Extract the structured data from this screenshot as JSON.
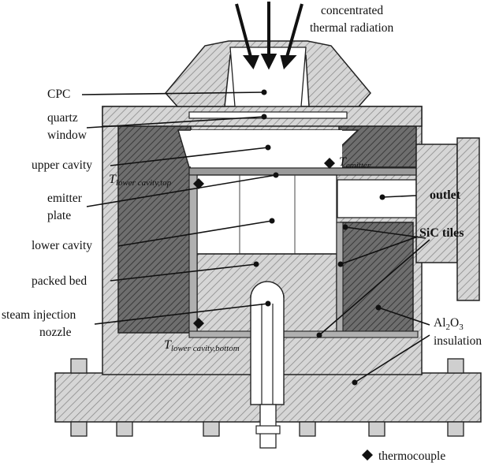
{
  "labels": {
    "radiation": [
      "concentrated",
      "thermal radiation"
    ],
    "cpc": "CPC",
    "quartz": [
      "quartz",
      "window"
    ],
    "upper_cavity": "upper cavity",
    "emitter": [
      "emitter",
      "plate"
    ],
    "lower_cavity": "lower cavity",
    "packed_bed": "packed bed",
    "nozzle": [
      "steam injection",
      "nozzle"
    ],
    "outlet": "outlet",
    "sic": "SiC tiles",
    "al2o3": [
      "Al",
      "2",
      "O",
      "3"
    ],
    "insulation": "insulation",
    "thermocouple": "thermocouple"
  },
  "temperatures": {
    "t_emitter": {
      "main": "T",
      "sub": "emitter"
    },
    "t_lower_top": {
      "main": "T",
      "sub": "lower cavity,top"
    },
    "t_lower_bottom": {
      "main": "T",
      "sub": "lower cavity,bottom"
    }
  },
  "colors": {
    "hatch_light": "#9a9a9a",
    "hatch_dark": "#555555",
    "outline": "#222222"
  }
}
